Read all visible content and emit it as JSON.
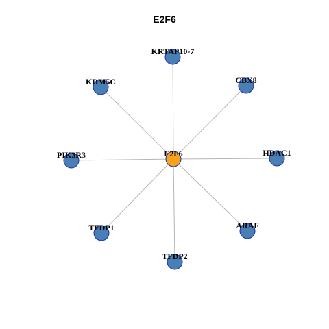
{
  "title": "E2F6",
  "colors": {
    "hub_fill": "#F7A21B",
    "leaf_fill": "#4A7FB5",
    "node_stroke": "#1A2EB5",
    "edge": "#B5B5B5"
  },
  "network": {
    "hub": "E2F6",
    "nodes": [
      {
        "id": "E2F6",
        "role": "hub"
      },
      {
        "id": "KRTAP10-7",
        "role": "leaf"
      },
      {
        "id": "CBX8",
        "role": "leaf"
      },
      {
        "id": "KDM5C",
        "role": "leaf"
      },
      {
        "id": "HDAC1",
        "role": "leaf"
      },
      {
        "id": "PIK3R3",
        "role": "leaf"
      },
      {
        "id": "ARAF",
        "role": "leaf"
      },
      {
        "id": "TFDP1",
        "role": "leaf"
      },
      {
        "id": "TFDP2",
        "role": "leaf"
      }
    ],
    "edges": [
      [
        "E2F6",
        "KRTAP10-7"
      ],
      [
        "E2F6",
        "CBX8"
      ],
      [
        "E2F6",
        "KDM5C"
      ],
      [
        "E2F6",
        "HDAC1"
      ],
      [
        "E2F6",
        "PIK3R3"
      ],
      [
        "E2F6",
        "ARAF"
      ],
      [
        "E2F6",
        "TFDP1"
      ],
      [
        "E2F6",
        "TFDP2"
      ]
    ]
  }
}
